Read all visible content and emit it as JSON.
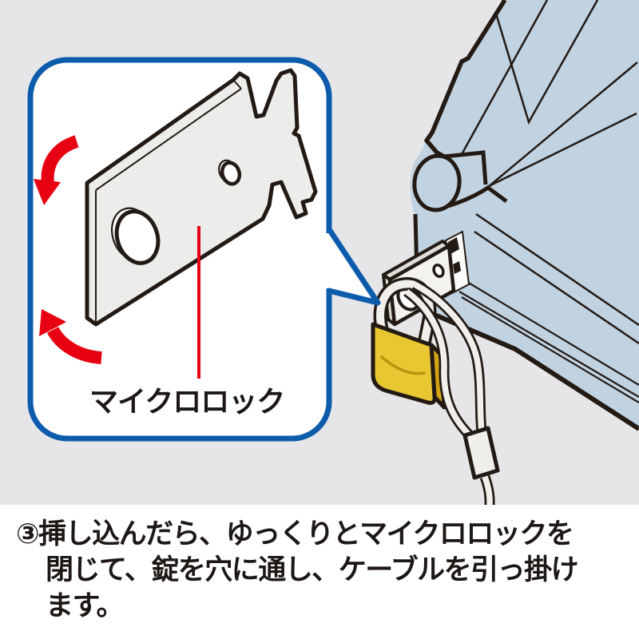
{
  "caption": {
    "lines": [
      "③挿し込んだら、ゆっくりとマイクロロックを",
      "閉じて、錠を穴に通し、ケーブルを引っ掛け",
      "ます。"
    ]
  },
  "callout": {
    "label": "マイクロロック"
  },
  "colors": {
    "illustration_background": "#e6e6e8",
    "device_blue": "#c1d3e1",
    "outline_black": "#241a14",
    "callout_border_blue": "#0d5cac",
    "arrow_red": "#e60012",
    "padlock_yellow": "#e9c733",
    "padlock_shadow_yellow": "#d2a414",
    "plate_gray": "#ececea",
    "cable_white": "#f0efec",
    "text_black": "#1d1715"
  }
}
